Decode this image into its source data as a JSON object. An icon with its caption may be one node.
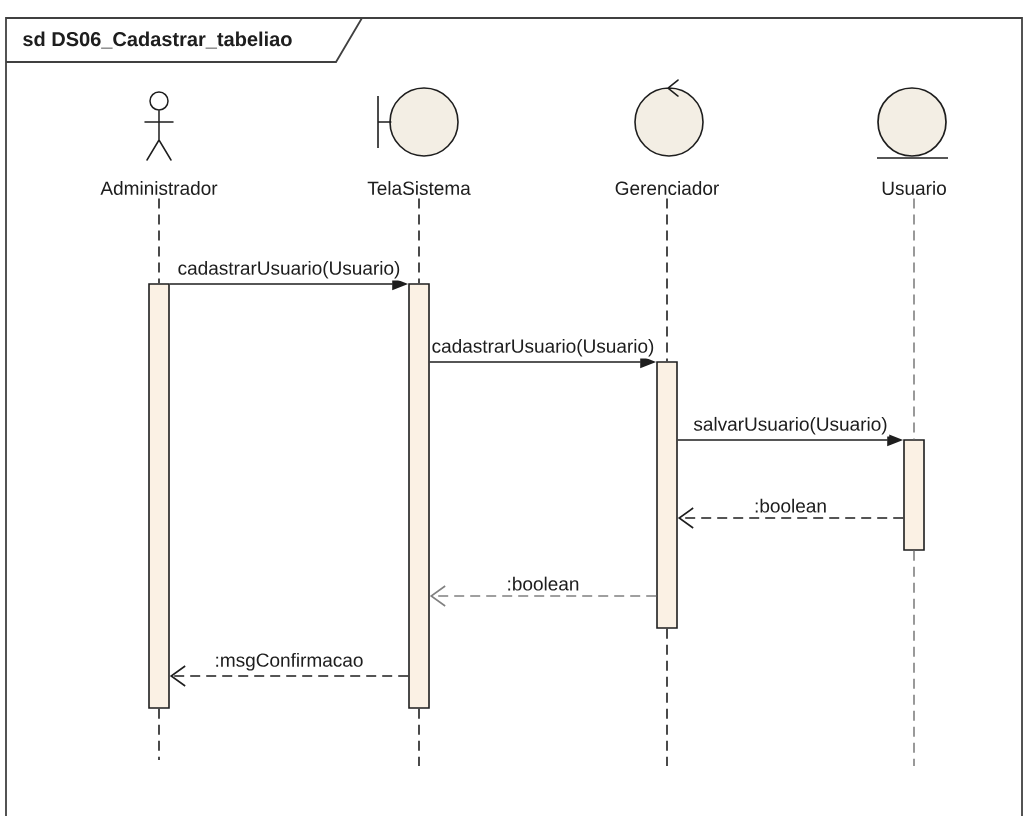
{
  "diagram": {
    "nodes": [
      {
        "text": [
          "sd DS06_Cadastrar_tabeliao"
        ]
      },
      {
        "text": [
          "Administrador"
        ],
        "in": 0
      },
      {
        "text": [
          "TelaSistema"
        ],
        "in": 0
      },
      {
        "text": [
          "Gerenciador"
        ],
        "in": 0
      },
      {
        "text": [
          "Usuario"
        ],
        "in": 0
      },
      {
        "text": [],
        "shape": "bar",
        "in": 0
      },
      {
        "text": [],
        "shape": "bar",
        "in": 0
      },
      {
        "text": [],
        "shape": "bar",
        "in": 0
      },
      {
        "text": [],
        "shape": "bar",
        "in": 0
      }
    ],
    "edges": [
      {
        "from": 1,
        "to": 5,
        "arrow": "none",
        "style": "dashed"
      },
      {
        "from": 2,
        "to": 6,
        "arrow": "none",
        "style": "dashed"
      },
      {
        "from": 3,
        "to": 7,
        "arrow": "none",
        "style": "dashed"
      },
      {
        "from": 4,
        "to": 8,
        "arrow": "none",
        "style": "dashed",
        "color": "#808080"
      },
      {
        "from": 5,
        "to": 6,
        "arrow": "to",
        "label": "cadastrarUsuario(Usuario)"
      },
      {
        "from": 6,
        "to": 7,
        "arrow": "to",
        "label": "cadastrarUsuario(Usuario)"
      },
      {
        "from": 7,
        "to": 8,
        "arrow": "to",
        "label": "salvarUsuario(Usuario)"
      },
      {
        "from": 8,
        "to": 7,
        "arrow": "to",
        "label": ":boolean",
        "style": "dashed"
      },
      {
        "from": 7,
        "to": 6,
        "arrow": "to",
        "label": ":boolean",
        "style": "dashed",
        "color": "#808080"
      },
      {
        "from": 6,
        "to": 5,
        "arrow": "to",
        "label": ":msgConfirmacao",
        "style": "dashed"
      },
      {
        "from": 5,
        "to": null,
        "arrow": "none",
        "style": "dashed"
      },
      {
        "from": 6,
        "to": null,
        "arrow": "none",
        "style": "dashed"
      },
      {
        "from": 7,
        "to": null,
        "arrow": "none",
        "style": "dashed"
      },
      {
        "from": 8,
        "to": null,
        "arrow": "none",
        "style": "dashed",
        "color": "#808080"
      }
    ]
  }
}
